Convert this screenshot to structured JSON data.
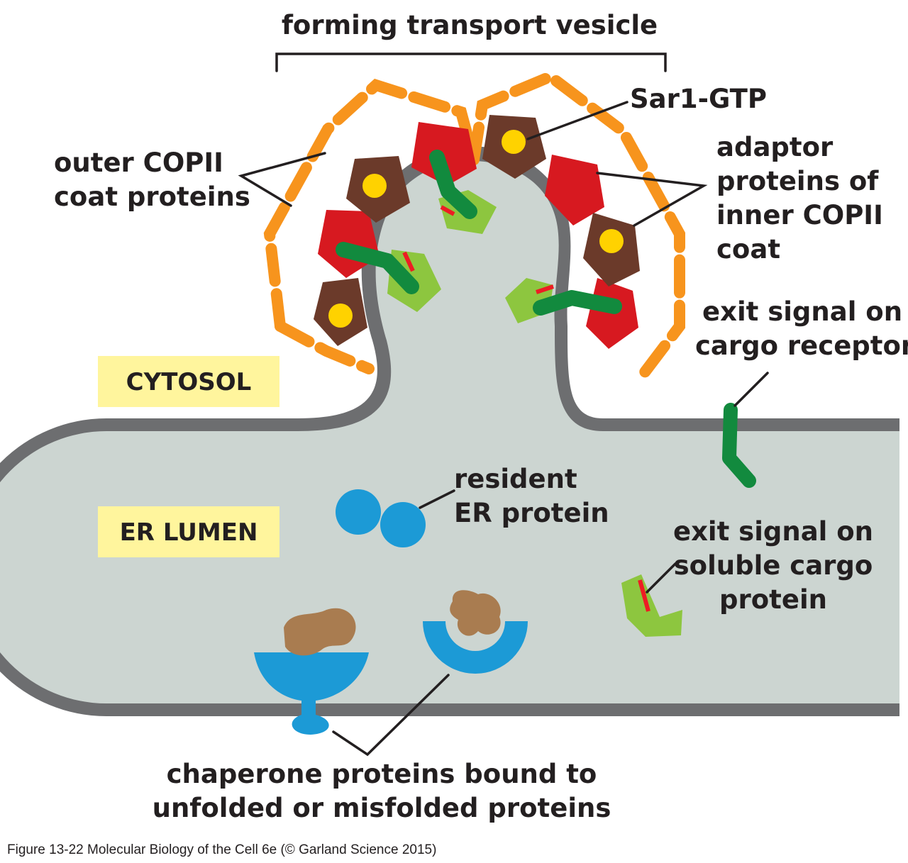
{
  "labels": {
    "forming_vesicle": "forming transport vesicle",
    "sar1": "Sar1-GTP",
    "outer_coat": [
      "outer COPII",
      "coat proteins"
    ],
    "adaptor": [
      "adaptor",
      "proteins of",
      "inner COPII",
      "coat"
    ],
    "exit_receptor": [
      "exit signal on",
      "cargo receptor"
    ],
    "resident": [
      "resident",
      "ER protein"
    ],
    "exit_soluble": [
      "exit signal on",
      "soluble cargo",
      "protein"
    ],
    "chaperone": [
      "chaperone proteins bound to",
      "unfolded or misfolded proteins"
    ]
  },
  "regions": {
    "cytosol": "CYTOSOL",
    "er_lumen": "ER LUMEN"
  },
  "caption": "Figure 13-22  Molecular Biology of the Cell 6e (© Garland Science 2015)",
  "colors": {
    "membrane": "#6d6e70",
    "lumen": "#ccd5d1",
    "outer_coat": "#f7941d",
    "adaptor_red": "#d71920",
    "sar1_brown": "#6b3a2a",
    "sar1_yellow": "#ffd200",
    "receptor": "#128a3e",
    "cargo": "#8dc63f",
    "exit_signal": "#ed1c24",
    "chaperone": "#1c9ad6",
    "misfolded": "#a97c50",
    "region_label_bg": "#fff59d"
  }
}
